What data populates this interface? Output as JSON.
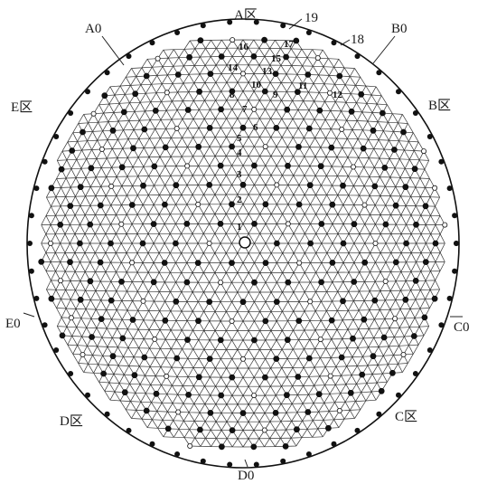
{
  "diagram": {
    "zones": [
      {
        "id": "A",
        "label": "A区"
      },
      {
        "id": "B",
        "label": "B区"
      },
      {
        "id": "C",
        "label": "C区"
      },
      {
        "id": "D",
        "label": "D区"
      },
      {
        "id": "E",
        "label": "E区"
      }
    ],
    "boundaries": [
      {
        "id": "A0",
        "label": "A0"
      },
      {
        "id": "B0",
        "label": "B0"
      },
      {
        "id": "C0",
        "label": "C0"
      },
      {
        "id": "D0",
        "label": "D0"
      },
      {
        "id": "E0",
        "label": "E0"
      }
    ],
    "node_numbers": [
      "1",
      "2",
      "3",
      "4",
      "5",
      "6",
      "7",
      "8",
      "9",
      "10",
      "11",
      "12",
      "13",
      "14",
      "15",
      "16",
      "17",
      "18",
      "19"
    ],
    "colors": {
      "line": "#333333",
      "node_dark": "#111111",
      "node_light": "#ffffff",
      "background": "#ffffff"
    }
  }
}
